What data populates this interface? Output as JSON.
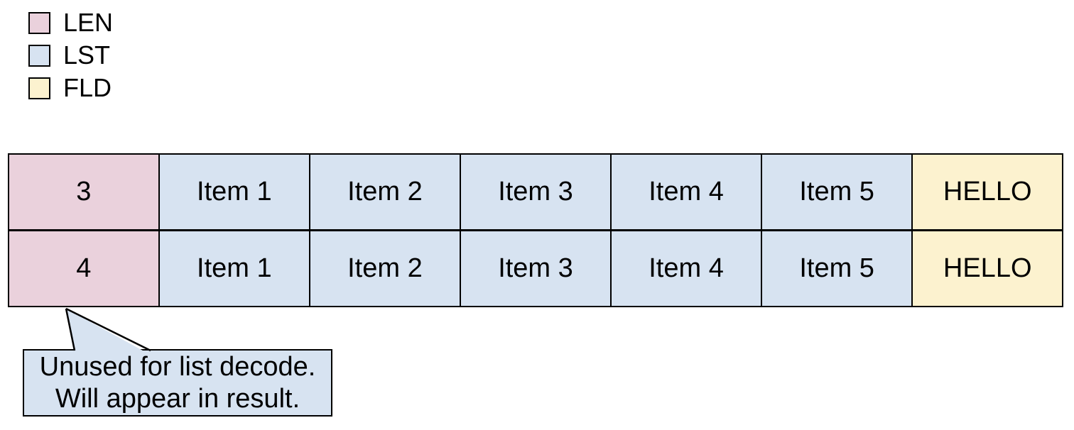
{
  "colors": {
    "len": "#ead1dc",
    "lst": "#d7e3f1",
    "fld": "#fcf2cf",
    "border": "#000000",
    "background": "#ffffff"
  },
  "legend": {
    "items": [
      {
        "label": "LEN",
        "color": "#ead1dc"
      },
      {
        "label": "LST",
        "color": "#d7e3f1"
      },
      {
        "label": "FLD",
        "color": "#fcf2cf"
      }
    ]
  },
  "table": {
    "rows": [
      {
        "cells": [
          {
            "text": "3",
            "role": "LEN"
          },
          {
            "text": "Item 1",
            "role": "LST"
          },
          {
            "text": "Item 2",
            "role": "LST"
          },
          {
            "text": "Item 3",
            "role": "LST"
          },
          {
            "text": "Item 4",
            "role": "LST"
          },
          {
            "text": "Item 5",
            "role": "LST"
          },
          {
            "text": "HELLO",
            "role": "FLD"
          }
        ]
      },
      {
        "cells": [
          {
            "text": "4",
            "role": "LEN"
          },
          {
            "text": "Item 1",
            "role": "LST"
          },
          {
            "text": "Item 2",
            "role": "LST"
          },
          {
            "text": "Item 3",
            "role": "LST"
          },
          {
            "text": "Item 4",
            "role": "LST"
          },
          {
            "text": "Item 5",
            "role": "LST"
          },
          {
            "text": "HELLO",
            "role": "FLD"
          }
        ]
      }
    ]
  },
  "callout": {
    "line1": "Unused for list decode.",
    "line2": "Will appear in result."
  }
}
